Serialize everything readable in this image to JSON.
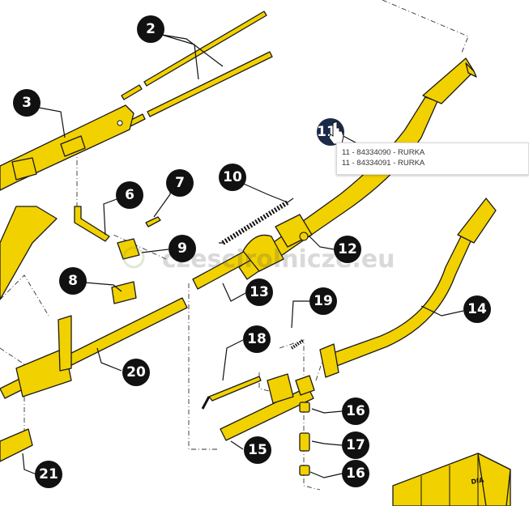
{
  "diagram": {
    "callouts": [
      {
        "id": "callout-1",
        "label": "11"
      },
      {
        "id": "callout-2",
        "label": "2"
      },
      {
        "id": "callout-3",
        "label": "3"
      },
      {
        "id": "callout-6",
        "label": "6"
      },
      {
        "id": "callout-7",
        "label": "7"
      },
      {
        "id": "callout-8",
        "label": "8"
      },
      {
        "id": "callout-9",
        "label": "9"
      },
      {
        "id": "callout-10",
        "label": "10"
      },
      {
        "id": "callout-12",
        "label": "12"
      },
      {
        "id": "callout-13",
        "label": "13"
      },
      {
        "id": "callout-14",
        "label": "14"
      },
      {
        "id": "callout-15",
        "label": "15"
      },
      {
        "id": "callout-16a",
        "label": "16"
      },
      {
        "id": "callout-16b",
        "label": "16"
      },
      {
        "id": "callout-17",
        "label": "17"
      },
      {
        "id": "callout-18",
        "label": "18"
      },
      {
        "id": "callout-19",
        "label": "19"
      },
      {
        "id": "callout-20",
        "label": "20"
      },
      {
        "id": "callout-21",
        "label": "21"
      }
    ],
    "watermark": "czescirolnicze.eu",
    "crate_stamp": "DIA",
    "colors": {
      "part_fill": "#f2d100",
      "outline": "#1a1a1a",
      "callout": "#111111",
      "active_callout": "#1c2a4a"
    }
  },
  "tooltip": {
    "items": [
      "11 - 84334090 - RURKA",
      "11 - 84334091 - RURKA"
    ]
  }
}
